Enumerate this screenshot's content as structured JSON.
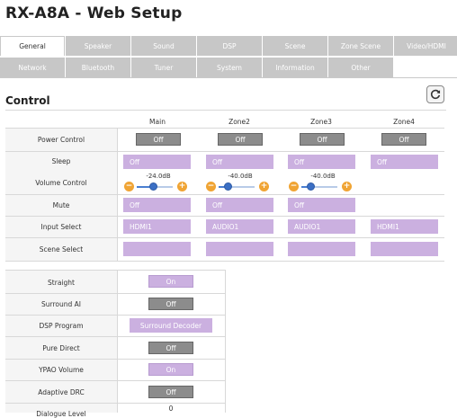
{
  "app": {
    "title": "RX-A8A - Web Setup"
  },
  "tabs": {
    "row1": [
      "General",
      "Speaker",
      "Sound",
      "DSP",
      "Scene",
      "Zone Scene",
      "Video/HDMI"
    ],
    "row2": [
      "Network",
      "Bluetooth",
      "Tuner",
      "System",
      "Information",
      "Other"
    ],
    "active": "General"
  },
  "control": {
    "title": "Control",
    "refresh_icon": "refresh-icon",
    "zones": [
      "Main",
      "Zone2",
      "Zone3",
      "Zone4"
    ],
    "rows": {
      "power": {
        "label": "Power Control",
        "values": [
          "Off",
          "Off",
          "Off",
          "Off"
        ]
      },
      "sleep": {
        "label": "Sleep",
        "values": [
          "Off",
          "Off",
          "Off",
          "Off"
        ]
      },
      "volume": {
        "label": "Volume Control",
        "values": [
          "-24.0dB",
          "-40.0dB",
          "-40.0dB"
        ],
        "levels": [
          0.45,
          0.25,
          0.25
        ]
      },
      "mute": {
        "label": "Mute",
        "values": [
          "Off",
          "Off",
          "Off"
        ]
      },
      "input": {
        "label": "Input Select",
        "values": [
          "HDMI1",
          "AUDIO1",
          "AUDIO1",
          "HDMI1"
        ]
      },
      "scene": {
        "label": "Scene Select",
        "values": [
          "",
          "",
          "",
          ""
        ]
      }
    }
  },
  "settings": {
    "straight": {
      "label": "Straight",
      "value": "On"
    },
    "surround_ai": {
      "label": "Surround AI",
      "value": "Off"
    },
    "dsp_program": {
      "label": "DSP Program",
      "value": "Surround Decoder"
    },
    "pure_direct": {
      "label": "Pure Direct",
      "value": "Off"
    },
    "ypao_volume": {
      "label": "YPAO Volume",
      "value": "On"
    },
    "adaptive_drc": {
      "label": "Adaptive DRC",
      "value": "Off"
    },
    "dialogue_level": {
      "label": "Dialogue Level",
      "value": "0"
    }
  },
  "colors": {
    "accent": "#cbb0e0",
    "off_button": "#8c8c8c",
    "slider": "#3b6fc4",
    "stepper": "#f0a434"
  }
}
